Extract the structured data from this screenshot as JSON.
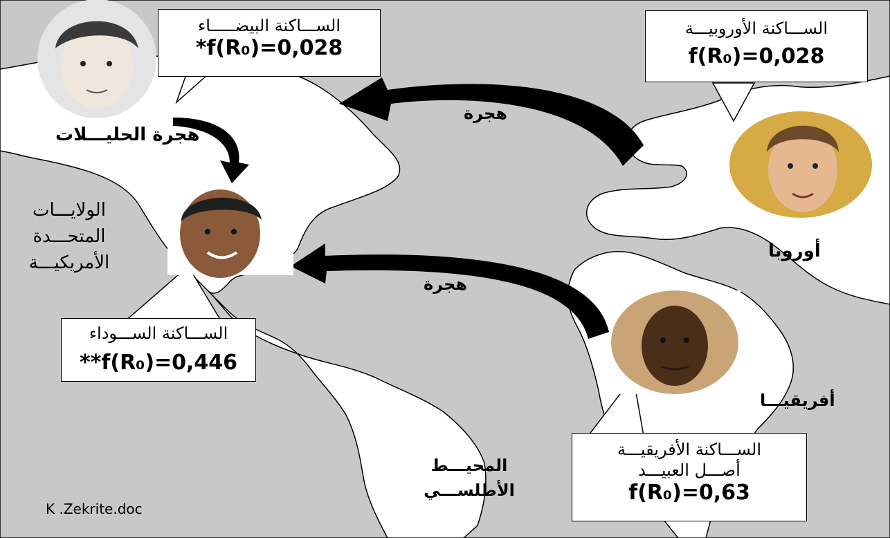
{
  "colors": {
    "sea": "#c8c8c8",
    "land": "#ffffff",
    "outline": "#000000",
    "arrow": "#000000",
    "skin_light": "#e9d8c6",
    "hair_dark": "#2b2b2b",
    "skin_medium": "#b98a5e",
    "skin_dark": "#5a3a22",
    "skin_europe": "#e6b892",
    "bg_europe": "#d8b04a",
    "bg_africa": "#caa070"
  },
  "labels": {
    "usa": [
      "الولايـــات",
      "المتحـــدة",
      "الأمريكيـــة"
    ],
    "europe": "أوروبا",
    "africa": "أفريقيـــا",
    "atlantic": [
      "المحيـــط",
      "الأطلســـي"
    ],
    "migration_top": "هجرة",
    "migration_bottom": "هجرة",
    "migration_allies": "هجرة الحليـــلات",
    "credit": "K .Zekrite.doc"
  },
  "boxes": {
    "white": {
      "name": "الســـاكنة البيضـــــاء",
      "freq": "*f(R₀)=0,028"
    },
    "european": {
      "name": "الســـاكنة الأوروبيـــة",
      "freq": "f(R₀)=0,028"
    },
    "black": {
      "name": "الســـاكنة الســـوداء",
      "freq": "**f(R₀)=0,446"
    },
    "african": {
      "name": "الســـاكنة الأفريقيـــة",
      "name2": "أصـــل العبيـــد",
      "freq": "f(R₀)=0,63"
    }
  },
  "icons": {
    "portrait_white": "portrait-white-man-icon",
    "portrait_black": "portrait-black-man-icon",
    "portrait_european": "portrait-european-man-icon",
    "portrait_african": "portrait-african-man-icon"
  }
}
